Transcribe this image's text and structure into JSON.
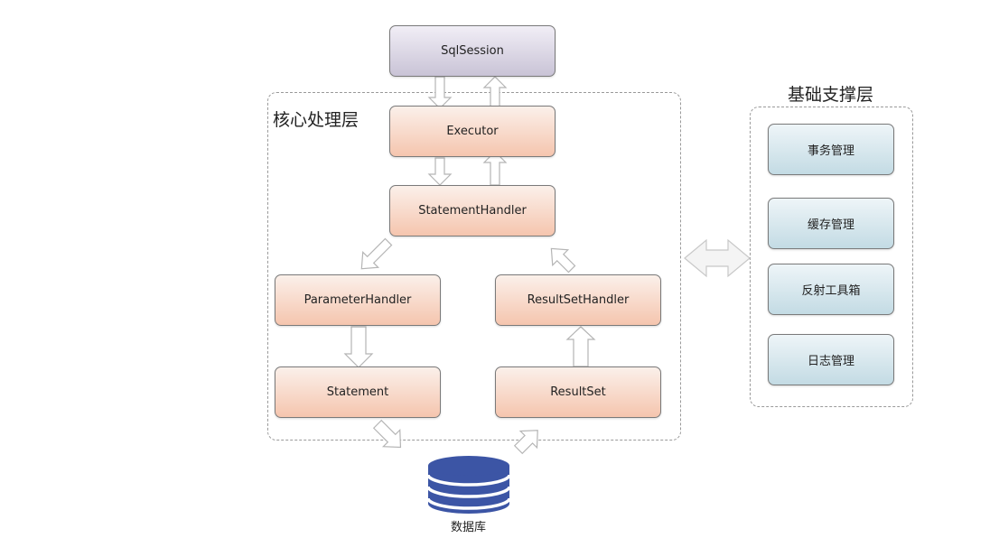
{
  "core": {
    "title": "核心处理层",
    "sql_session": "SqlSession",
    "executor": "Executor",
    "statement_handler": "StatementHandler",
    "parameter_handler": "ParameterHandler",
    "result_set_handler": "ResultSetHandler",
    "statement": "Statement",
    "result_set": "ResultSet"
  },
  "support": {
    "title": "基础支撑层",
    "items": [
      "事务管理",
      "缓存管理",
      "反射工具箱",
      "日志管理"
    ]
  },
  "database": {
    "label": "数据库"
  },
  "colors": {
    "session_fill": "#d6d1e0",
    "core_fill": "#f7d3c2",
    "support_fill": "#cfe3ea",
    "database_fill": "#3c55a5"
  }
}
